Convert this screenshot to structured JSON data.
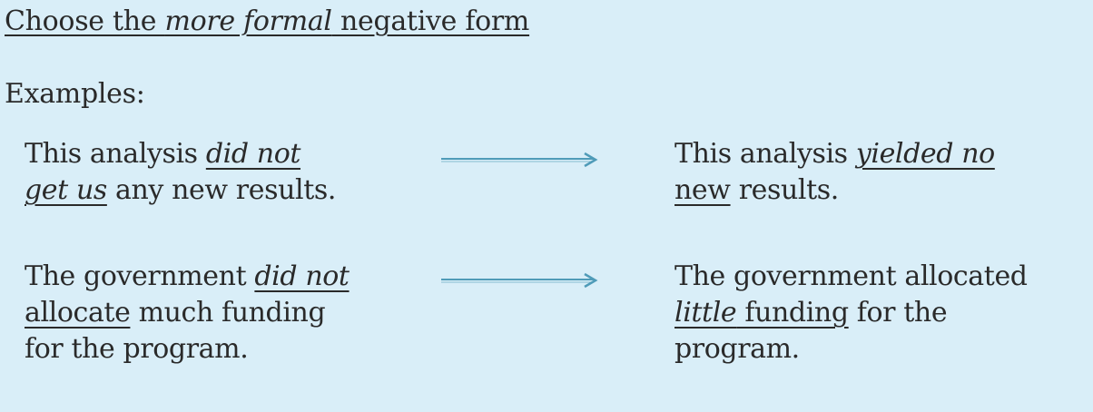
{
  "title": {
    "prefix": "Choose the ",
    "emphasis": "more formal",
    "suffix": " negative form"
  },
  "examples_label": "Examples:",
  "colors": {
    "background": "#d9eef8",
    "arrow": "#4f9bb8",
    "text": "#2a2a2a"
  },
  "examples": [
    {
      "before": {
        "l1_a": "This analysis ",
        "l1_u": "did not",
        "l2_u": "get us",
        "l2_b": " any new results."
      },
      "after": {
        "l1_a": "This analysis ",
        "l1_u": "yielded no",
        "l2_u": "new",
        "l2_b": " results."
      }
    },
    {
      "before": {
        "l1_a": "The government ",
        "l1_u": "did not",
        "l2_u": "allocate",
        "l2_b": " much funding",
        "l3": "for the program."
      },
      "after": {
        "l1": "The government allocated",
        "l2_ui": "little",
        "l2_u": " funding",
        "l2_b": " for the",
        "l3": "program."
      }
    }
  ]
}
